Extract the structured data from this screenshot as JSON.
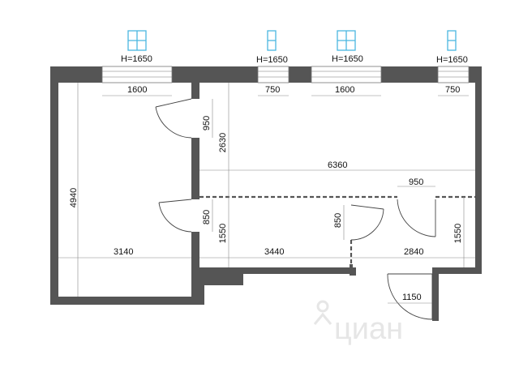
{
  "windows": [
    {
      "height_label": "H=1650",
      "width_label": "1600",
      "icon": "window-icon-double"
    },
    {
      "height_label": "H=1650",
      "width_label": "750",
      "icon": "window-icon-single"
    },
    {
      "height_label": "H=1650",
      "width_label": "1600",
      "icon": "window-icon-double"
    },
    {
      "height_label": "H=1650",
      "width_label": "750",
      "icon": "window-icon-single"
    }
  ],
  "dimensions": {
    "left_room_height": "4940",
    "left_room_width": "3140",
    "door_950_vertical": "950",
    "main_room_height": "2630",
    "main_room_width": "6360",
    "door_950_horizontal": "950",
    "door_850_left": "850",
    "corridor_height_1550_left": "1550",
    "corridor_width_3440": "3440",
    "door_850_mid": "850",
    "corridor_width_2840": "2840",
    "corridor_height_1550_right": "1550",
    "entrance_width_1150": "1150"
  },
  "watermark": "циан"
}
